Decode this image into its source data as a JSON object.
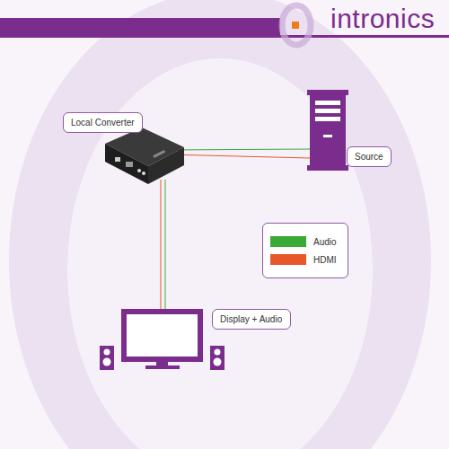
{
  "diagram": {
    "nodes": [
      {
        "text": [
          "Local Converter"
        ]
      },
      {
        "text": [
          "Source"
        ]
      },
      {
        "text": [
          "Display + Audio"
        ]
      }
    ],
    "labels": [
      "intronics"
    ],
    "legend": [
      {
        "text": "Audio",
        "color": "#3aa935"
      },
      {
        "text": "HDMI",
        "color": "#e8572a"
      }
    ]
  }
}
